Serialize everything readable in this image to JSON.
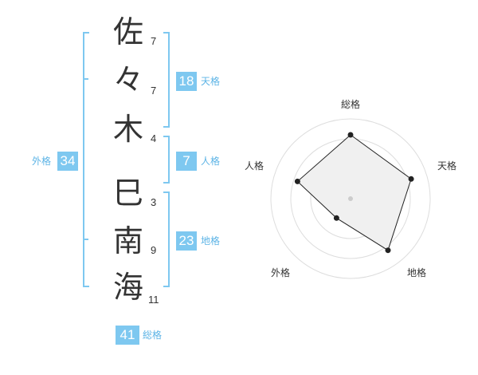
{
  "colors": {
    "bracket": "#7ec8f0",
    "badge": "#7ec8f0",
    "label": "#5db4e6",
    "text": "#333333"
  },
  "name_chars": [
    {
      "char": "佐",
      "strokes": "7"
    },
    {
      "char": "々",
      "strokes": "7"
    },
    {
      "char": "木",
      "strokes": "4"
    },
    {
      "char": "巳",
      "strokes": "3"
    },
    {
      "char": "南",
      "strokes": "9"
    },
    {
      "char": "海",
      "strokes": "11"
    }
  ],
  "grids": {
    "tenkaku": {
      "value": "18",
      "label": "天格"
    },
    "jinkaku": {
      "value": "7",
      "label": "人格"
    },
    "chikaku": {
      "value": "23",
      "label": "地格"
    },
    "gaikaku": {
      "value": "34",
      "label": "外格"
    },
    "soukaku": {
      "value": "41",
      "label": "総格"
    }
  },
  "chart_data": {
    "type": "radar",
    "axes": [
      "総格",
      "天格",
      "地格",
      "外格",
      "人格"
    ],
    "values": [
      4,
      4,
      4,
      1.5,
      3.5
    ],
    "max": 5,
    "rings": 4
  }
}
